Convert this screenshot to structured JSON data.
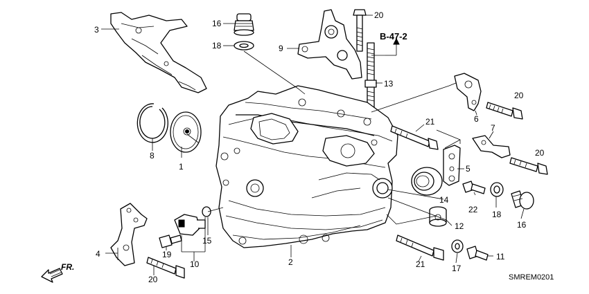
{
  "reference": "B-47-2",
  "diagram_code": "SMREM0201",
  "direction_label": "FR.",
  "callouts": {
    "c1": "1",
    "c2": "2",
    "c3": "3",
    "c4": "4",
    "c5": "5",
    "c6": "6",
    "c7": "7",
    "c8": "8",
    "c9": "9",
    "c10": "10",
    "c11": "11",
    "c12": "12",
    "c13": "13",
    "c14": "14",
    "c15": "15",
    "c16a": "16",
    "c16b": "16",
    "c17": "17",
    "c18a": "18",
    "c18b": "18",
    "c19": "19",
    "c20a": "20",
    "c20b": "20",
    "c20c": "20",
    "c20d": "20",
    "c21a": "21",
    "c21b": "21",
    "c22": "22"
  }
}
